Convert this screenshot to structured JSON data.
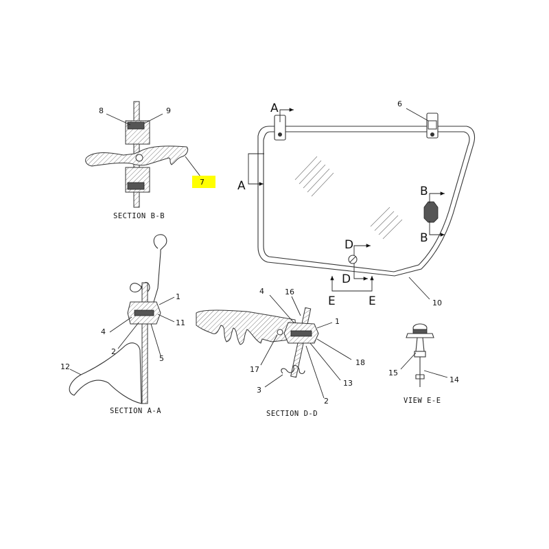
{
  "captions": {
    "section_bb": "SECTION B-B",
    "section_aa": "SECTION A-A",
    "section_dd": "SECTION D-D",
    "view_ee": "VIEW E-E"
  },
  "section_letters": {
    "a_top": "A",
    "a_left": "A",
    "b_top": "B",
    "b_bottom": "B",
    "d_top": "D",
    "d_bottom": "D",
    "e_left": "E",
    "e_right": "E"
  },
  "callouts": {
    "c7": "7",
    "c8": "8",
    "c9": "9",
    "c6": "6",
    "c10": "10",
    "c1a": "1",
    "c11": "11",
    "c4a": "4",
    "c2a": "2",
    "c5": "5",
    "c12": "12",
    "c4d": "4",
    "c16": "16",
    "c1d": "1",
    "c18": "18",
    "c17": "17",
    "c13": "13",
    "c3": "3",
    "c2d": "2",
    "c15": "15",
    "c14": "14"
  },
  "highlight": {
    "callout": "7",
    "color": "#ffff00"
  }
}
